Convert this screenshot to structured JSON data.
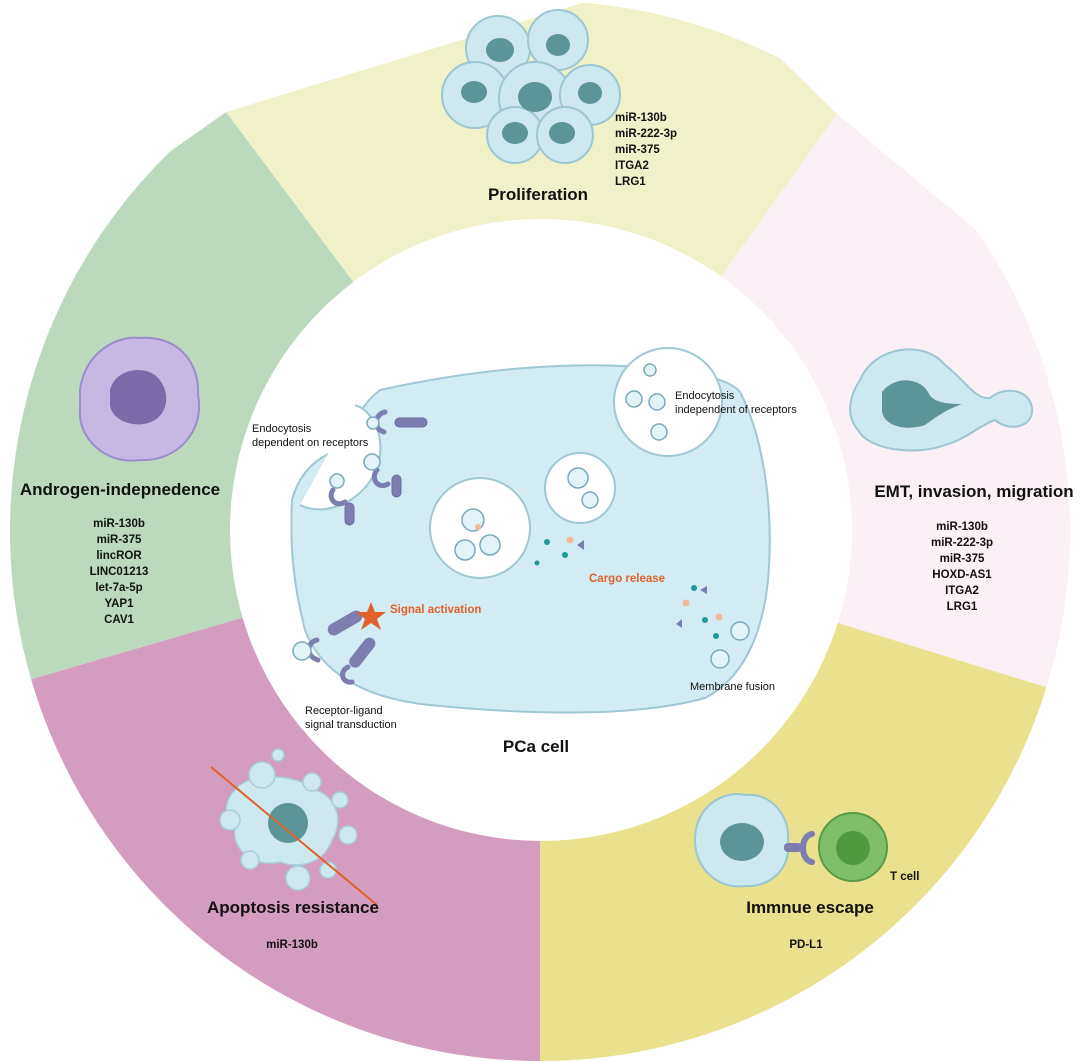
{
  "sectors": {
    "proliferation": {
      "title": "Proliferation",
      "genes": [
        "miR-130b",
        "miR-222-3p",
        "miR-375",
        "ITGA2",
        "LRG1"
      ]
    },
    "emt": {
      "title": "EMT, invasion, migration",
      "genes": [
        "miR-130b",
        "miR-222-3p",
        "miR-375",
        "HOXD-AS1",
        "ITGA2",
        "LRG1"
      ]
    },
    "immune": {
      "title": "Immnue escape",
      "genes": [
        "PD-L1"
      ],
      "tcell_label": "T cell"
    },
    "apoptosis": {
      "title": "Apoptosis resistance",
      "genes": [
        "miR-130b"
      ]
    },
    "androgen": {
      "title": "Androgen-indepnedence",
      "genes": [
        "miR-130b",
        "miR-375",
        "lincROR",
        "LINC01213",
        "let-7a-5p",
        "YAP1",
        "CAV1"
      ]
    }
  },
  "center": {
    "cell_label": "PCa cell",
    "endocytosis_dep": [
      "Endocytosis",
      "dependent on receptors"
    ],
    "endocytosis_indep": [
      "Endocytosis",
      "independent of receptors"
    ],
    "signal_activation": "Signal activation",
    "cargo_release": "Cargo release",
    "receptor_ligand": [
      "Receptor-ligand",
      "signal transduction"
    ],
    "membrane_fusion": "Membrane fusion"
  },
  "colors": {
    "proliferation": "#f1f1c9",
    "emt": "#fbf0f5",
    "immune": "#e9e18d",
    "apoptosis": "#d49cbf",
    "androgen": "#bcd9be",
    "cell": "#d3ecf3",
    "accent": "#e0622a"
  }
}
